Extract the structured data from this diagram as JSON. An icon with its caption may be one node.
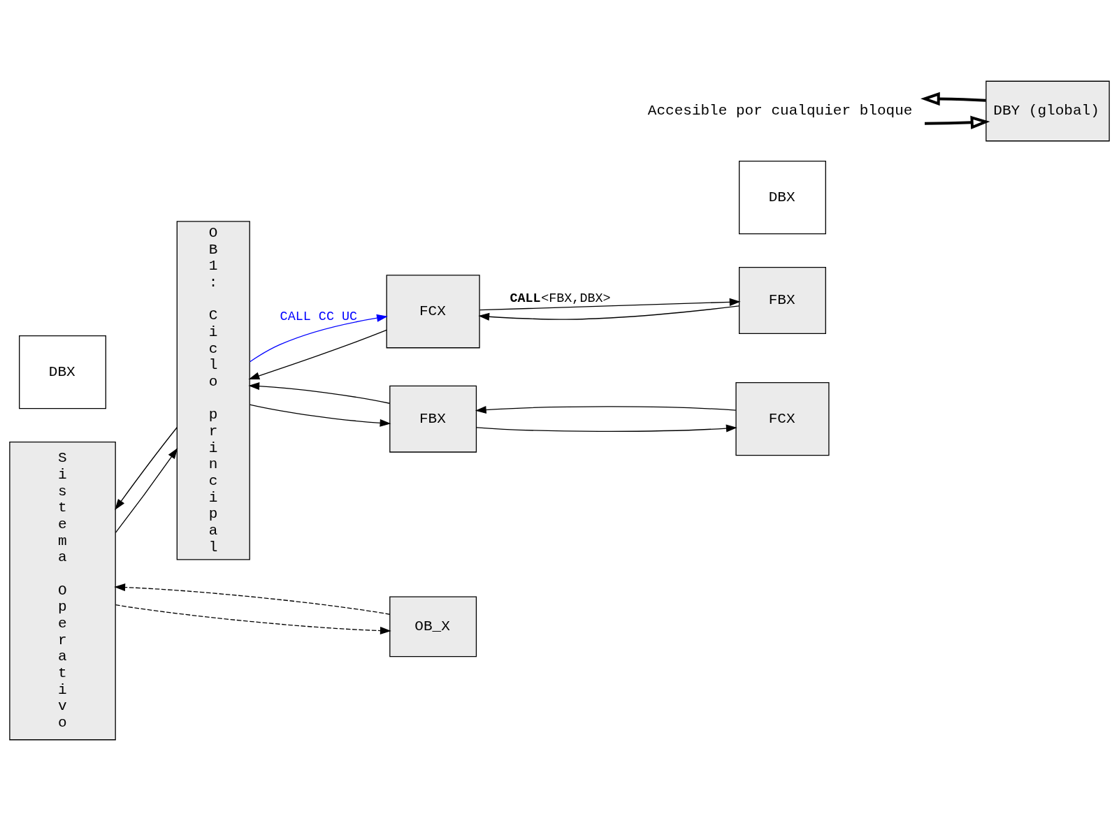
{
  "diagram": {
    "nodes": [
      {
        "text": [
          "Sistema Operativo"
        ]
      },
      {
        "text": [
          "OB1: Ciclo principal"
        ]
      },
      {
        "text": [
          "FCX"
        ]
      },
      {
        "text": [
          "FBX"
        ]
      },
      {
        "text": [
          "DBX"
        ]
      },
      {
        "text": [
          "FBX"
        ]
      },
      {
        "text": [
          "DBX"
        ]
      },
      {
        "text": [
          "FCX"
        ]
      },
      {
        "text": [
          "OB_X"
        ]
      },
      {
        "text": [
          "Accesible por cualquier bloque"
        ]
      },
      {
        "text": [
          "DBY (global)"
        ]
      }
    ],
    "edges": [
      {
        "from": 0,
        "to": 1,
        "arrow": "to"
      },
      {
        "from": 1,
        "to": 0,
        "arrow": "to"
      },
      {
        "from": 1,
        "to": 2,
        "arrow": "to",
        "label": "CALL CC UC",
        "color": "#0000ff"
      },
      {
        "from": 2,
        "to": 1,
        "arrow": "to"
      },
      {
        "from": 2,
        "to": 3,
        "arrow": "to",
        "label": "**CALL**<FBX,DBX>"
      },
      {
        "from": 3,
        "to": 2,
        "arrow": "to"
      },
      {
        "from": 1,
        "to": 5,
        "arrow": "to"
      },
      {
        "from": 5,
        "to": 1,
        "arrow": "to"
      },
      {
        "from": 5,
        "to": 7,
        "arrow": "to"
      },
      {
        "from": 7,
        "to": 5,
        "arrow": "to"
      },
      {
        "from": 0,
        "to": 8,
        "arrow": "to",
        "style": "dashed"
      },
      {
        "from": 8,
        "to": 0,
        "arrow": "to",
        "style": "dashed"
      },
      {
        "from": 10,
        "to": 9,
        "arrow": "to",
        "style": "thick"
      },
      {
        "from": 9,
        "to": 10,
        "arrow": "to",
        "style": "thick"
      }
    ]
  }
}
